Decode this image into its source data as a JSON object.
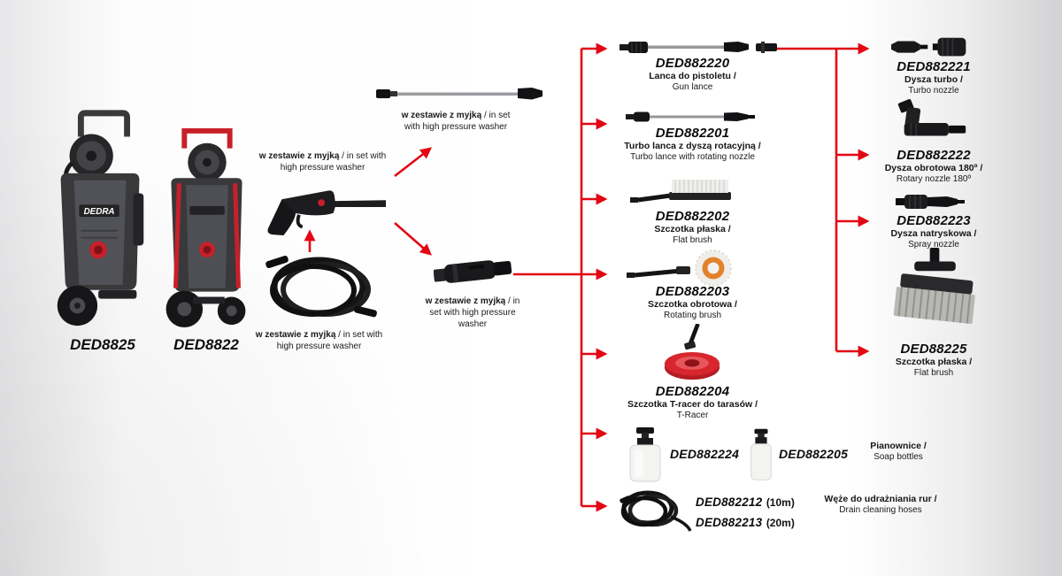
{
  "colors": {
    "arrow_red": "#e30613"
  },
  "washers": [
    {
      "code": "DED8825",
      "brand": "DEDRA"
    },
    {
      "code": "DED8822"
    }
  ],
  "inset_note": {
    "bold": "w zestawie z myjką",
    "rest": "/ in set with high pressure washer"
  },
  "accessories": [
    {
      "code": "DED882220",
      "name_pl": "Lanca do pistoletu /",
      "name_en": "Gun lance"
    },
    {
      "code": "DED882201",
      "name_pl": "Turbo lanca z dyszą rotacyjną /",
      "name_en": "Turbo lance with rotating nozzle"
    },
    {
      "code": "DED882202",
      "name_pl": "Szczotka płaska /",
      "name_en": "Flat brush"
    },
    {
      "code": "DED882203",
      "name_pl": "Szczotka obrotowa /",
      "name_en": "Rotating brush"
    },
    {
      "code": "DED882204",
      "name_pl": "Szczotka T-racer do tarasów /",
      "name_en": "T-Racer"
    }
  ],
  "soap_bottles": {
    "code_left": "DED882224",
    "code_right": "DED882205",
    "name_pl": "Pianownice /",
    "name_en": "Soap bottles"
  },
  "drain_hoses": {
    "code_1": "DED882212",
    "len_1": "(10m)",
    "code_2": "DED882213",
    "len_2": "(20m)",
    "name_pl": "Węże do udrażniania rur /",
    "name_en": "Drain cleaning hoses"
  },
  "nozzles": [
    {
      "code": "DED882221",
      "name_pl": "Dysza turbo /",
      "name_en": "Turbo nozzle"
    },
    {
      "code": "DED882222",
      "name_pl": "Dysza obrotowa 180º /",
      "name_en": "Rotary nozzle 180º"
    },
    {
      "code": "DED882223",
      "name_pl": "Dysza natryskowa /",
      "name_en": "Spray nozzle"
    },
    {
      "code": "DED88225",
      "name_pl": "Szczotka płaska /",
      "name_en": "Flat brush"
    }
  ]
}
